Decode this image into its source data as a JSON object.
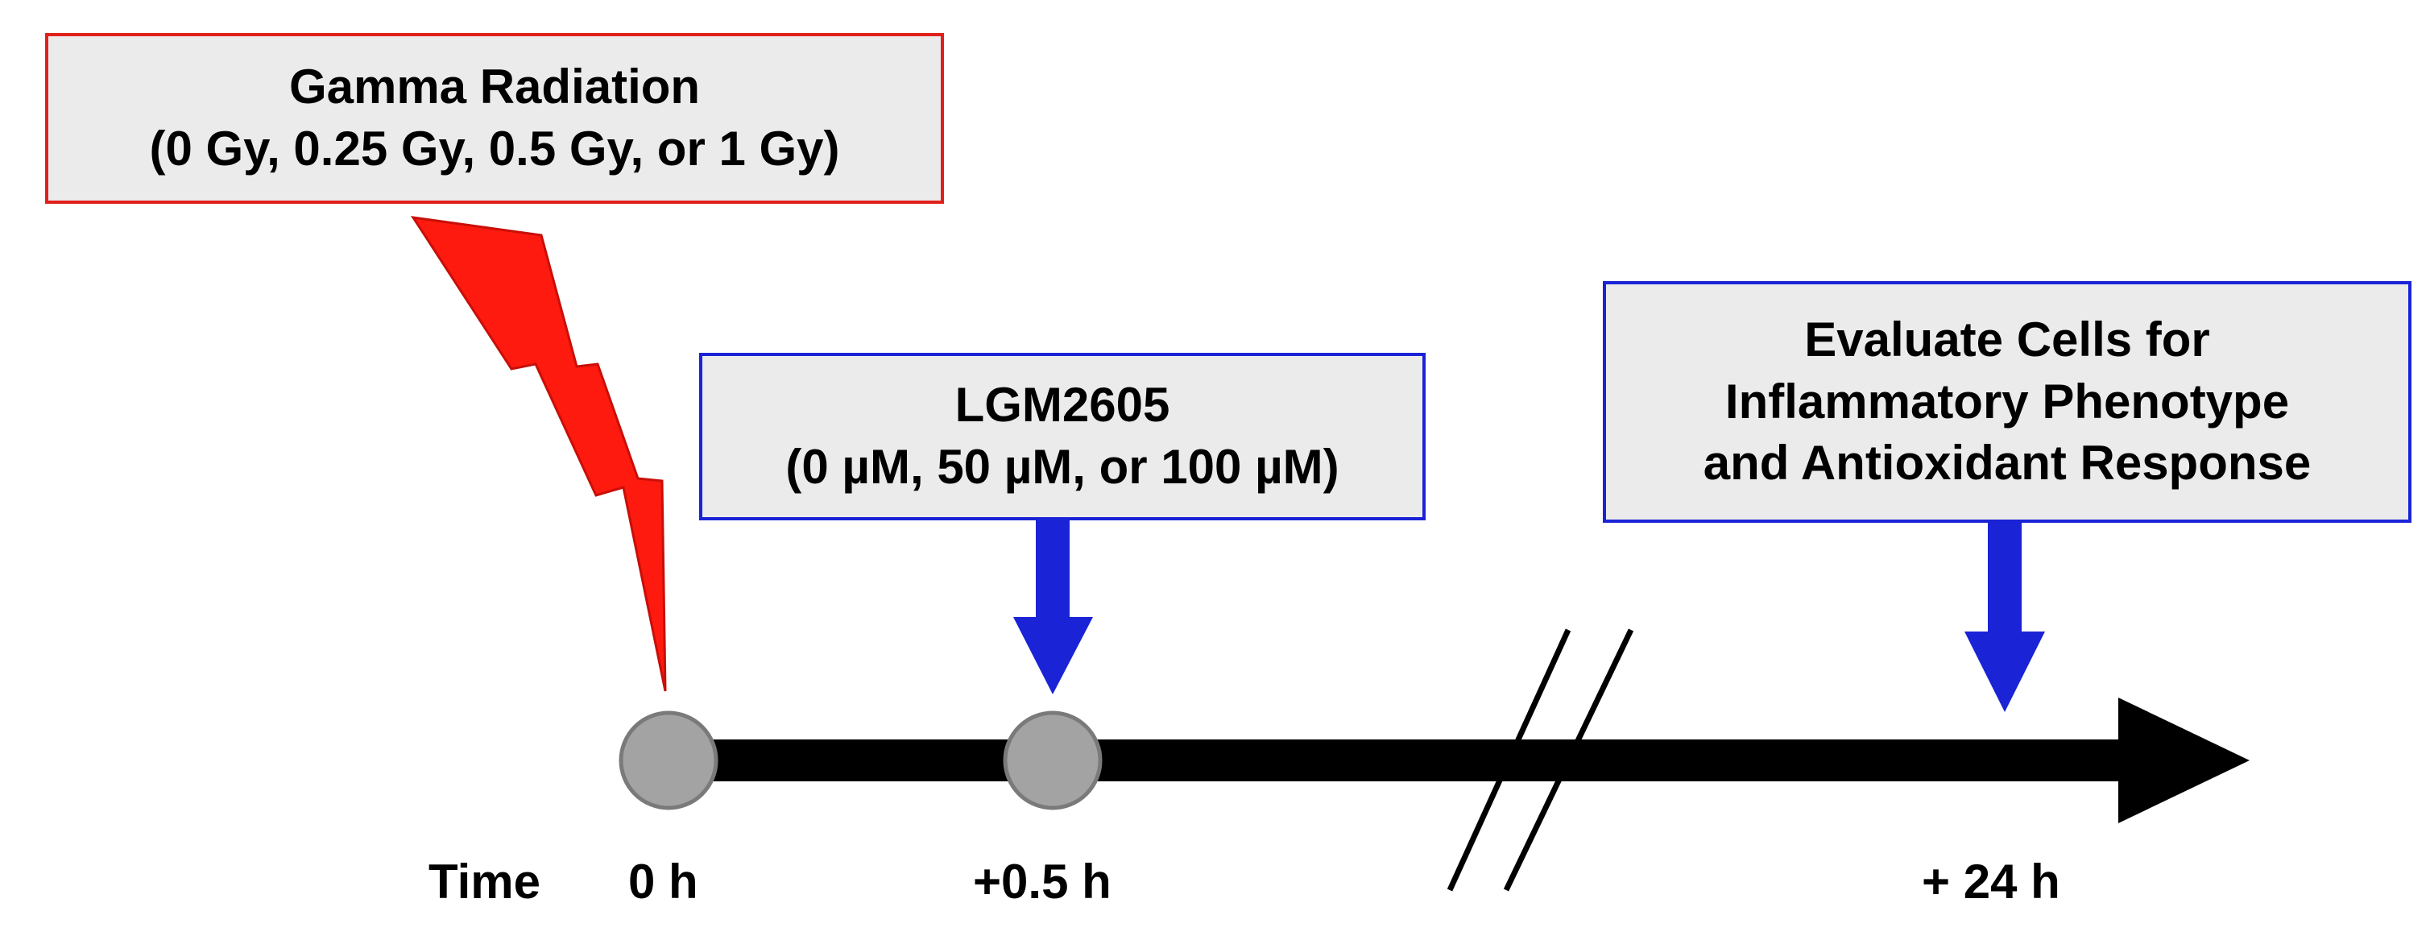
{
  "radiation_box": {
    "line1": "Gamma Radiation",
    "line2": "(0 Gy, 0.25 Gy, 0.5 Gy, or 1 Gy)"
  },
  "lgm_box": {
    "line1": "LGM2605",
    "line2": "(0 µM, 50 µM, or 100 µM)"
  },
  "evaluate_box": {
    "line1": "Evaluate Cells for",
    "line2": "Inflammatory Phenotype",
    "line3": "and Antioxidant Response"
  },
  "timeline": {
    "axis_label": "Time",
    "ticks": [
      "0 h",
      "+0.5 h",
      "+ 24 h"
    ]
  },
  "colors": {
    "radiation_border": "#e0201c",
    "lightning": "#ff1a0f",
    "treatment_border": "#1a23d6",
    "arrow_blue": "#1a23d6",
    "box_fill": "#ecebeb",
    "timepoint_fill": "#a3a3a3",
    "timeline": "#000000"
  },
  "icons": {
    "radiation": "lightning-bolt-icon",
    "axis_break": "double-slash-break-icon"
  }
}
